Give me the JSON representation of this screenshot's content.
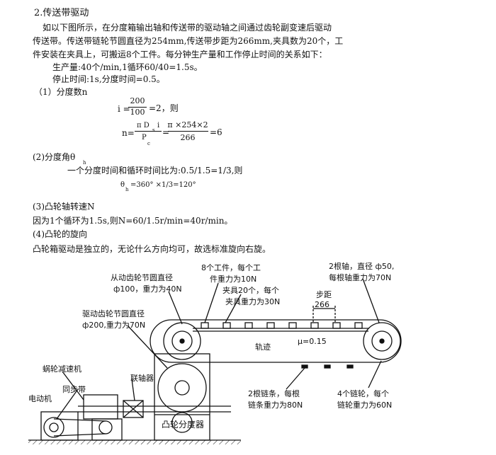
{
  "section_title": "2.传送带驱动",
  "intro": {
    "line1": "如以下图所示，在分度箱输出轴和传送带的驱动轴之间通过齿轮副变速后驱动",
    "line2": "传送带。传送带链轮节圆直径为254mm,传送带步距为266mm,夹具数为20个，工",
    "line3": "件安装在夹具上，可搬运8个工件。每分钟生产量和工作停止时间的关系如下："
  },
  "production": "生产量:40个/min,1循环60/40=1.5s。",
  "stop_time": "停止时间:1s,分度时间=0.5。",
  "step1": {
    "title": "（1）分度数n",
    "i_label": "i =",
    "i_num": "200",
    "i_den": "100",
    "i_rest": "=2，则",
    "n_label": "n=",
    "n_num_pi": "π D",
    "n_num_sub": "s",
    "n_num_i": "i",
    "n_den": "P",
    "n_den_sub": "c",
    "eq": "=",
    "n_num2": "π ×254×2",
    "n_den2": "266",
    "n_result": "=6"
  },
  "step2": {
    "title": "(2)分度角θ",
    "title_sub": "h",
    "line": "一个分度时间和循环时间比为:0.5/1.5=1/3,则",
    "formula": "θ",
    "formula_sub": "h",
    "formula_rest": "=360° ×1/3=120°"
  },
  "step3": {
    "title": "(3)凸轮轴转速N",
    "line": "因为1个循环为1.5s,则N=60/1.5r/min=40r/min。"
  },
  "step4": {
    "title": "(4)凸轮的旋向",
    "line": "凸轮箱驱动是独立的，无论什么方向均可，故选标准旋向右旋。"
  },
  "diagram": {
    "label_driven_gear_1": "从动齿轮节圆直径",
    "label_driven_gear_2": "ф100，重力为40N",
    "label_drive_gear_1": "驱动齿轮节圆直径",
    "label_drive_gear_2": "ф200,重力为70N",
    "label_worm": "蜗轮减速机",
    "label_belt": "同步带",
    "label_motor": "电动机",
    "label_coupling": "联轴器",
    "label_workpiece_1": "8个工件，每个工",
    "label_workpiece_2": "件重力为10N",
    "label_fixture_1": "夹具20个，每个",
    "label_fixture_2": "夹具重力为30N",
    "label_pitch_1": "步距",
    "label_pitch_2": "266",
    "label_track": "轨迹",
    "label_mu": "μ=0.15",
    "label_shaft_1": "2根轴，直径 ф50,",
    "label_shaft_2": "每根轴重力为70N",
    "label_chain_1": "2根链条，每根",
    "label_chain_2": "链条重力为80N",
    "label_sprocket_1": "4个链轮，每个",
    "label_sprocket_2": "链轮重力为60N",
    "label_cam_box": "凸轮分度器"
  }
}
